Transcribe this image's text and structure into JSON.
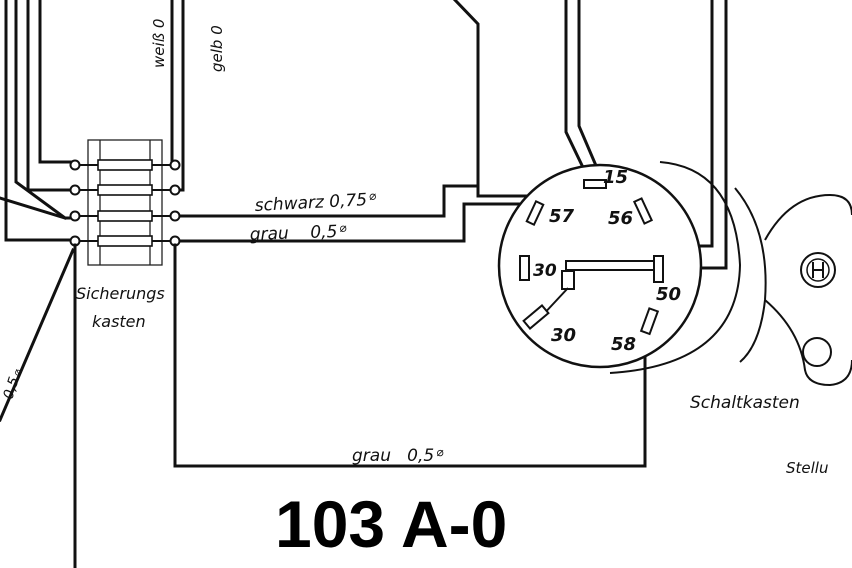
{
  "title": "103 A-0",
  "fuse_box": {
    "label_line1": "Sicherungs",
    "label_line2": "kasten"
  },
  "switch_box": {
    "label": "Schaltkasten"
  },
  "partial_label_right": "Stellu",
  "wire_labels": {
    "weiss": "weiß 0",
    "gelb": "gelb 0",
    "schwarz": "schwarz 0,75",
    "grau_top": "grau    0,5",
    "grau_bottom": "grau   0,5",
    "left_diag": "0,5"
  },
  "diameter_symbol": "⌀",
  "terminals": {
    "t15": "15",
    "t57": "57",
    "t56": "56",
    "t30a": "30",
    "t50": "50",
    "t30b": "30",
    "t58": "58"
  }
}
